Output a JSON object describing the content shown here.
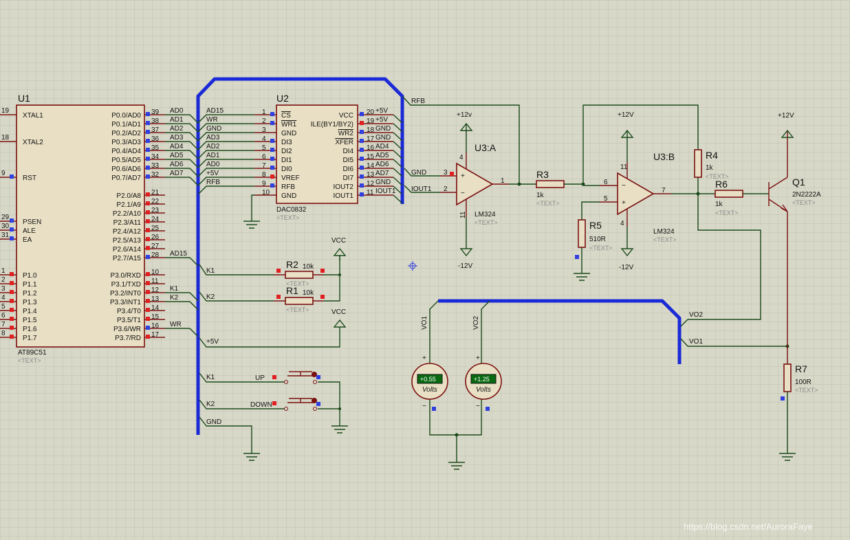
{
  "u1": {
    "ref": "U1",
    "part": "AT89C51",
    "text_ph": "<TEXT>",
    "left_pins": [
      {
        "no": "19",
        "label": "XTAL1"
      },
      {
        "no": "18",
        "label": "XTAL2"
      },
      {
        "no": "9",
        "label": "RST"
      },
      {
        "no": "29",
        "label": "PSEN"
      },
      {
        "no": "30",
        "label": "ALE"
      },
      {
        "no": "31",
        "label": "EA"
      },
      {
        "no": "1",
        "label": "P1.0"
      },
      {
        "no": "2",
        "label": "P1.1"
      },
      {
        "no": "3",
        "label": "P1.2"
      },
      {
        "no": "4",
        "label": "P1.3"
      },
      {
        "no": "5",
        "label": "P1.4"
      },
      {
        "no": "6",
        "label": "P1.5"
      },
      {
        "no": "7",
        "label": "P1.6"
      },
      {
        "no": "8",
        "label": "P1.7"
      }
    ],
    "right_pins": [
      {
        "no": "39",
        "label": "P0.0/AD0",
        "net": "AD0"
      },
      {
        "no": "38",
        "label": "P0.1/AD1",
        "net": "AD1"
      },
      {
        "no": "37",
        "label": "P0.2/AD2",
        "net": "AD2"
      },
      {
        "no": "36",
        "label": "P0.3/AD3",
        "net": "AD3"
      },
      {
        "no": "35",
        "label": "P0.4/AD4",
        "net": "AD4"
      },
      {
        "no": "34",
        "label": "P0.5/AD5",
        "net": "AD5"
      },
      {
        "no": "33",
        "label": "P0.6/AD6",
        "net": "AD6"
      },
      {
        "no": "32",
        "label": "P0.7/AD7",
        "net": "AD7"
      },
      {
        "no": "21",
        "label": "P2.0/A8",
        "net": ""
      },
      {
        "no": "22",
        "label": "P2.1/A9",
        "net": ""
      },
      {
        "no": "23",
        "label": "P2.2/A10",
        "net": ""
      },
      {
        "no": "24",
        "label": "P2.3/A11",
        "net": ""
      },
      {
        "no": "25",
        "label": "P2.4/A12",
        "net": ""
      },
      {
        "no": "26",
        "label": "P2.5/A13",
        "net": ""
      },
      {
        "no": "27",
        "label": "P2.6/A14",
        "net": ""
      },
      {
        "no": "28",
        "label": "P2.7/A15",
        "net": "AD15"
      },
      {
        "no": "10",
        "label": "P3.0/RXD",
        "net": ""
      },
      {
        "no": "11",
        "label": "P3.1/TXD",
        "net": ""
      },
      {
        "no": "12",
        "label": "P3.2/INT0",
        "net": "K1"
      },
      {
        "no": "13",
        "label": "P3.3/INT1",
        "net": "K2"
      },
      {
        "no": "14",
        "label": "P3.4/T0",
        "net": ""
      },
      {
        "no": "15",
        "label": "P3.5/T1",
        "net": ""
      },
      {
        "no": "16",
        "label": "P3.6/WR",
        "net": "WR"
      },
      {
        "no": "17",
        "label": "P3.7/RD",
        "net": ""
      }
    ]
  },
  "u2": {
    "ref": "U2",
    "part": "DAC0832",
    "text_ph": "<TEXT>",
    "left_pins": [
      {
        "no": "1",
        "label": "CS",
        "net": "AD15"
      },
      {
        "no": "2",
        "label": "WR1",
        "net": "WR"
      },
      {
        "no": "3",
        "label": "GND",
        "net": "GND"
      },
      {
        "no": "4",
        "label": "DI3",
        "net": "AD3"
      },
      {
        "no": "5",
        "label": "DI2",
        "net": "AD2"
      },
      {
        "no": "6",
        "label": "DI1",
        "net": "AD1"
      },
      {
        "no": "7",
        "label": "DI0",
        "net": "AD0"
      },
      {
        "no": "8",
        "label": "VREF",
        "net": "+5V"
      },
      {
        "no": "9",
        "label": "RFB",
        "net": "RFB"
      },
      {
        "no": "10",
        "label": "GND",
        "net": ""
      }
    ],
    "right_pins": [
      {
        "no": "20",
        "label": "VCC",
        "net": "+5V"
      },
      {
        "no": "19",
        "label": "ILE(BY1/BY2)",
        "net": "+5V"
      },
      {
        "no": "18",
        "label": "WR2",
        "net": "GND"
      },
      {
        "no": "17",
        "label": "XFER",
        "net": "GND"
      },
      {
        "no": "16",
        "label": "DI4",
        "net": "AD4"
      },
      {
        "no": "15",
        "label": "DI5",
        "net": "AD5"
      },
      {
        "no": "14",
        "label": "DI6",
        "net": "AD6"
      },
      {
        "no": "13",
        "label": "DI7",
        "net": "AD7"
      },
      {
        "no": "12",
        "label": "IOUT2",
        "net": "GND"
      },
      {
        "no": "11",
        "label": "IOUT1",
        "net": "IOUT1"
      }
    ]
  },
  "u3a": {
    "ref": "U3:A",
    "part": "LM324",
    "text_ph": "<TEXT>",
    "pin_plus": "3",
    "pin_minus": "2",
    "pin_out": "1",
    "pin_vp": "4",
    "pin_vn": "11",
    "vp": "+12v",
    "vn": "-12V",
    "net_plus": "GND",
    "net_minus": "IOUT1",
    "net_rfb": "RFB"
  },
  "u3b": {
    "ref": "U3:B",
    "part": "LM324",
    "text_ph": "<TEXT>",
    "pin_plus": "5",
    "pin_minus": "6",
    "pin_out": "7",
    "pin_vp": "11",
    "pin_vn": "4",
    "vp": "+12V",
    "vn": "-12V"
  },
  "resistors": {
    "r1": {
      "ref": "R1",
      "val": "10k",
      "ph": "<TEXT>"
    },
    "r2": {
      "ref": "R2",
      "val": "10k",
      "ph": "<TEXT>"
    },
    "r3": {
      "ref": "R3",
      "val": "1k",
      "ph": "<TEXT>"
    },
    "r4": {
      "ref": "R4",
      "val": "1k",
      "ph": "<TEXT>"
    },
    "r5": {
      "ref": "R5",
      "val": "510R",
      "ph": "<TEXT>"
    },
    "r6": {
      "ref": "R6",
      "val": "1k",
      "ph": "<TEXT>"
    },
    "r7": {
      "ref": "R7",
      "val": "100R",
      "ph": "<TEXT>"
    }
  },
  "q1": {
    "ref": "Q1",
    "part": "2N2222A",
    "ph": "<TEXT>",
    "vcc": "+12V"
  },
  "vcc_label": "VCC",
  "buttons": {
    "up": "UP",
    "down": "DOWN"
  },
  "bus_nets": {
    "k1": "K1",
    "k2": "K2",
    "p5v": "+5V",
    "gnd": "GND",
    "wr": "WR",
    "ad15": "AD15",
    "vo1": "VO1",
    "vo2": "VO2"
  },
  "meters": [
    {
      "name": "VO1",
      "reading": "+0.55",
      "unit": "Volts"
    },
    {
      "name": "VO2",
      "reading": "+1.25",
      "unit": "Volts"
    }
  ],
  "watermark": "https://blog.csdn.net/AuroraFaye",
  "colors": {
    "bus": "#1a2ad6",
    "wire": "#1a4a1a",
    "component": "#7a1010",
    "body": "#e8dfc4",
    "background": "#d8d8c8"
  }
}
